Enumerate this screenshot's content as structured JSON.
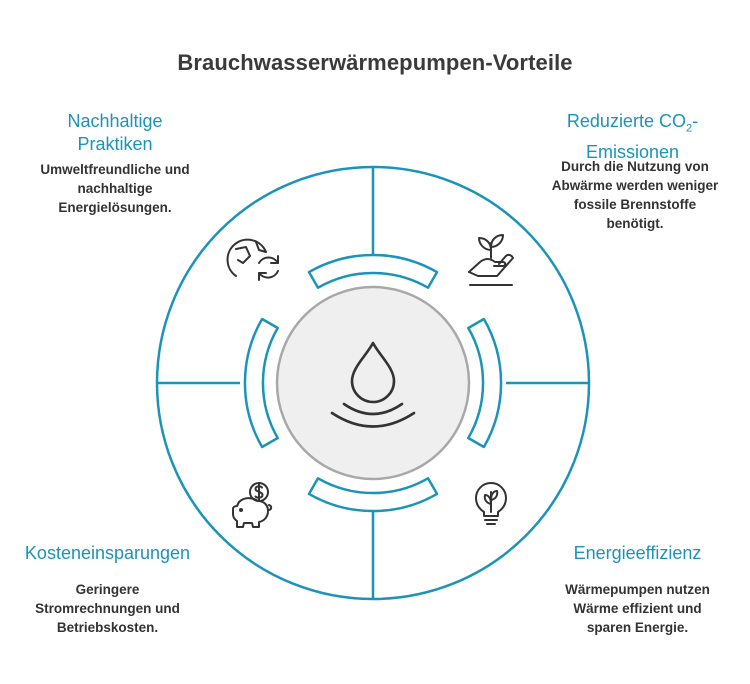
{
  "title": "Brauchwasserwärmepumpen-Vorteile",
  "colors": {
    "accent": "#1c93b9",
    "center_gray": "#a8a8a8",
    "icon_dark": "#333333"
  },
  "quadrants": [
    {
      "heading_line1": "Nachhaltige",
      "heading_line2": "Praktiken",
      "desc": [
        "Umweltfreundliche und",
        "nachhaltige",
        "Energielösungen."
      ],
      "icon": "earth-recycle-icon"
    },
    {
      "heading_line1_pre": "Reduzierte CO",
      "heading_line1_sub": "2",
      "heading_line1_post": "-",
      "heading_line2": "Emissionen",
      "desc": [
        "Durch die Nutzung von",
        "Abwärme werden weniger",
        "fossile Brennstoffe",
        "benötigt."
      ],
      "icon": "hand-plant-icon"
    },
    {
      "heading": "Kosteneinsparungen",
      "desc": [
        "Geringere",
        "Stromrechnungen und",
        "Betriebskosten."
      ],
      "icon": "piggy-bank-icon"
    },
    {
      "heading": "Energieeffizienz",
      "desc": [
        "Wärmepumpen nutzen",
        "Wärme effizient und",
        "sparen Energie."
      ],
      "icon": "eco-bulb-icon"
    }
  ],
  "center_icon": "water-drop-icon"
}
